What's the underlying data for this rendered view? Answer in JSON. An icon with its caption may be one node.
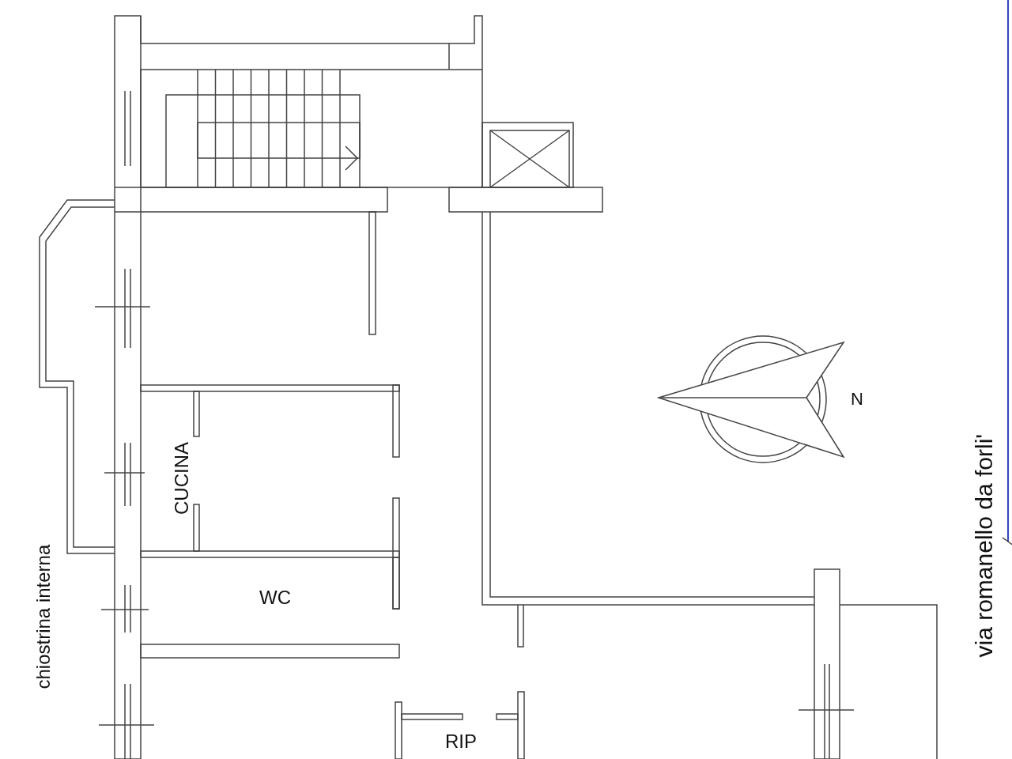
{
  "diagram": {
    "labels": [
      "N",
      "CUCINA",
      "via romanello da forli'",
      "WC",
      "chiostrina interna",
      "RIP"
    ]
  }
}
